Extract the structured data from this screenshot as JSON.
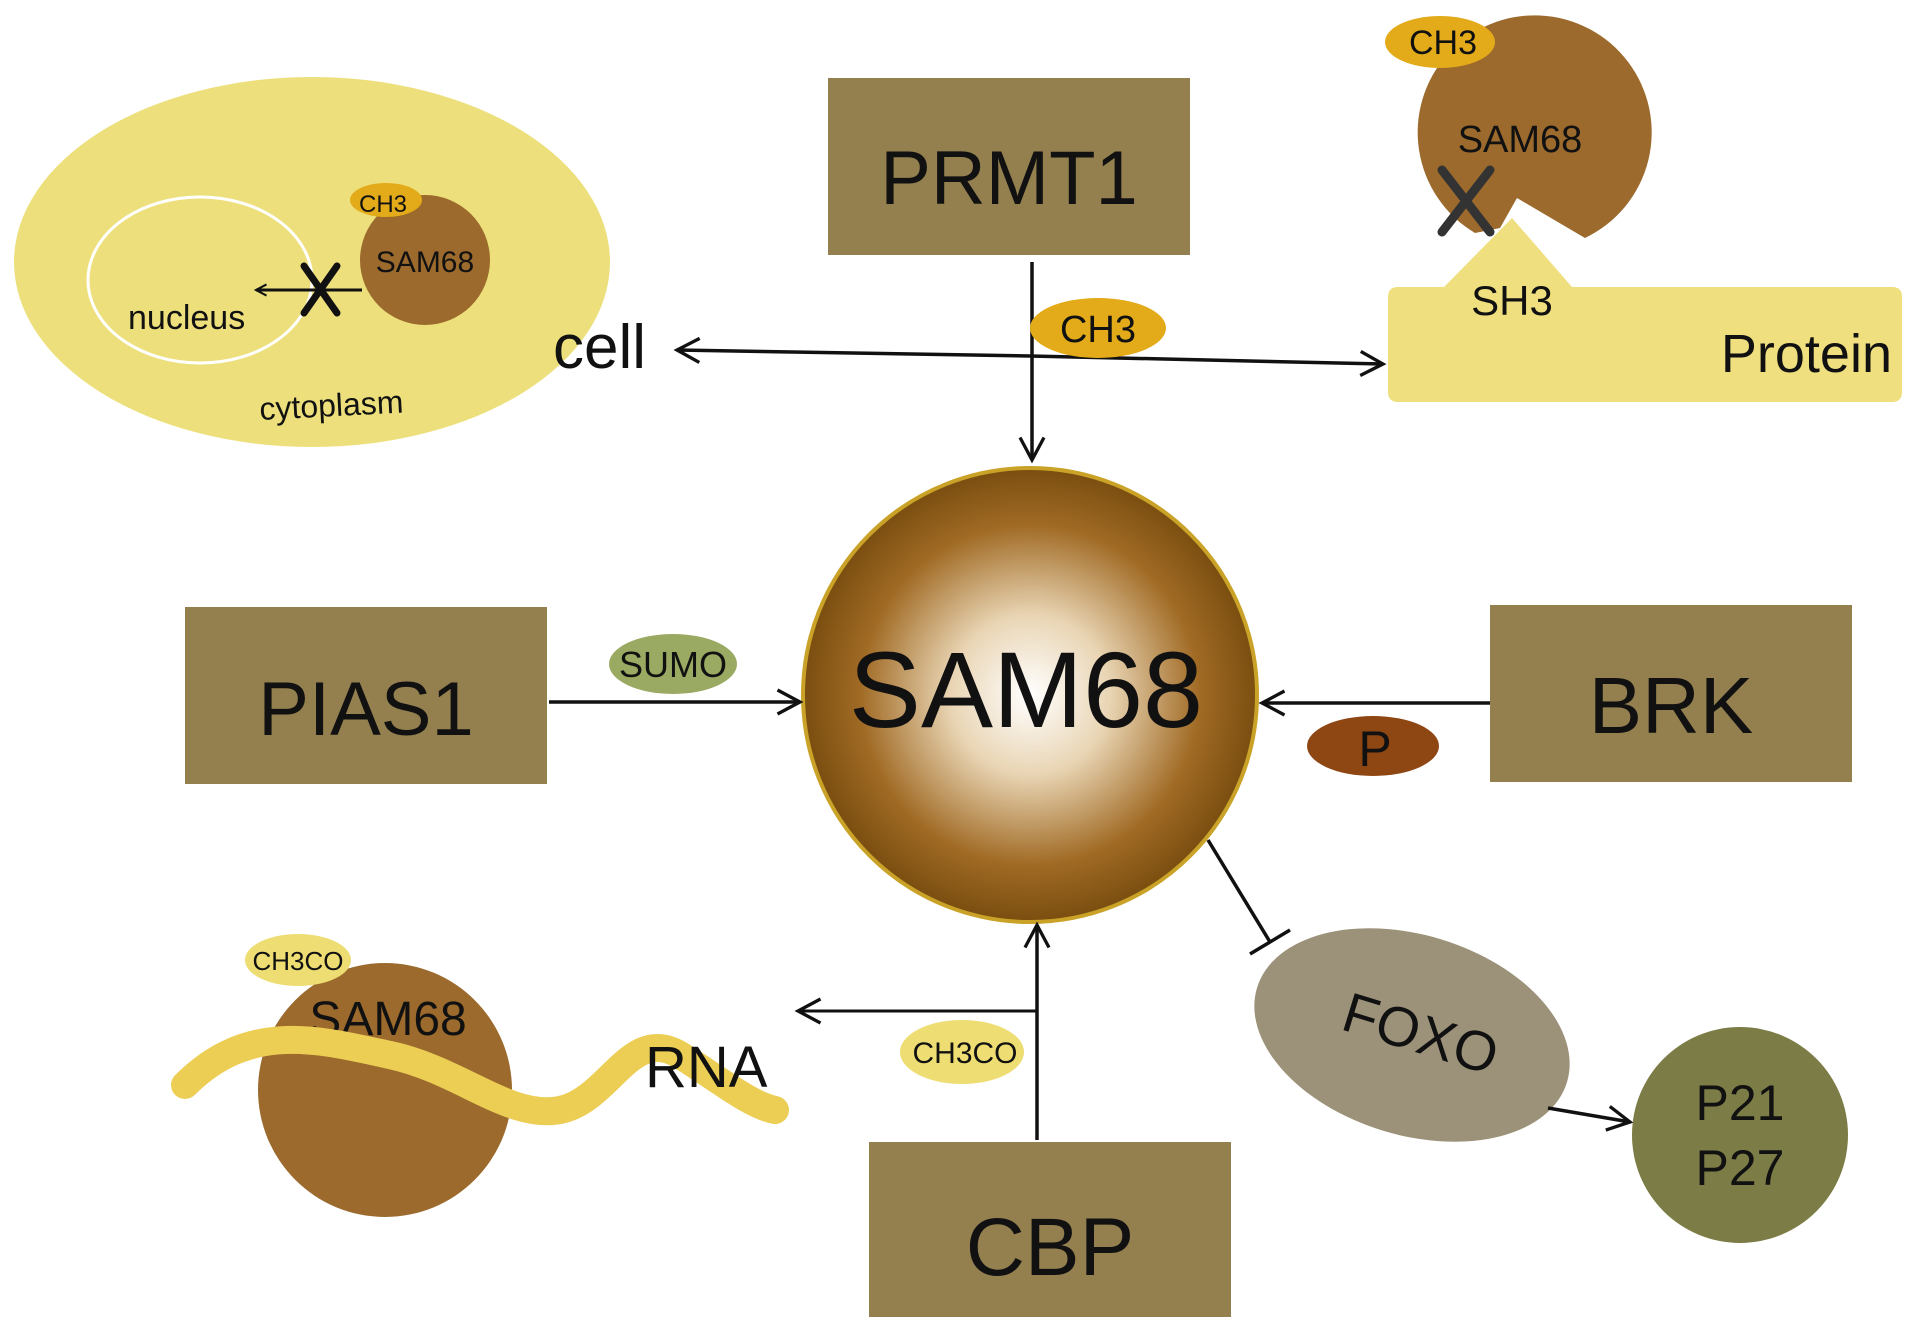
{
  "colors": {
    "enzyme_box": "#94804f",
    "cell_fill": "#ede07c",
    "sam68_small": "#9b6a2c",
    "sam68_center_edge": "#7a4e10",
    "sam68_center_core": "#ffffff",
    "sam68_outline": "#c9a227",
    "ch3_tag": "#e3ab19",
    "ch3co_tag": "#eedd72",
    "sumo_tag": "#9aaa62",
    "p_tag": "#8e4613",
    "foxo_fill": "#9c927a",
    "p21_fill": "#7c7c46",
    "protein_fill": "#efdf7e",
    "rna_fill": "#ecce55"
  },
  "enzymes": {
    "prmt1": "PRMT1",
    "pias1": "PIAS1",
    "brk": "BRK",
    "cbp": "CBP"
  },
  "center": {
    "label": "SAM68"
  },
  "tags": {
    "ch3_main": "CH3",
    "sumo": "SUMO",
    "p": "P",
    "ch3co_main": "CH3CO"
  },
  "cell_panel": {
    "cell_label": "cell",
    "nucleus_label": "nucleus",
    "cytoplasm_label": "cytoplasm",
    "sam68_label": "SAM68",
    "ch3_label": "CH3"
  },
  "protein_panel": {
    "sam68_label": "SAM68",
    "ch3_label": "CH3",
    "sh3_label": "SH3",
    "protein_label": "Protein"
  },
  "rna_panel": {
    "sam68_label": "SAM68",
    "ch3co_label": "CH3CO",
    "rna_label": "RNA"
  },
  "foxo": {
    "label": "FOXO"
  },
  "targets": {
    "p21": "P21",
    "p27": "P27"
  },
  "icons": [
    "block-x-icon",
    "block-x-icon"
  ]
}
